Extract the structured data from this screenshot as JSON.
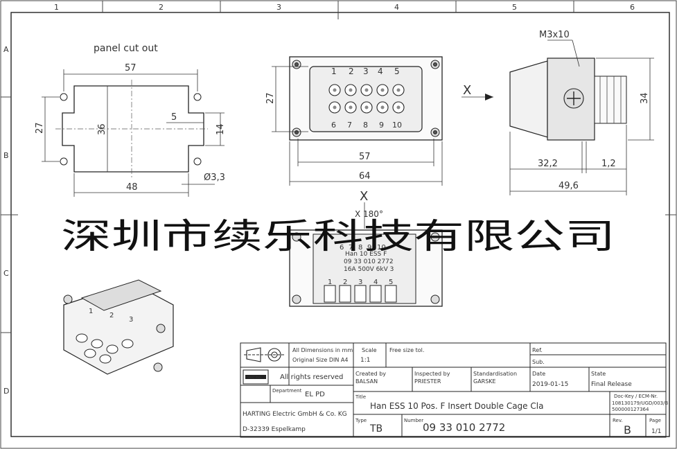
{
  "frame": {
    "col_labels": [
      "1",
      "2",
      "3",
      "4",
      "5",
      "6"
    ],
    "row_labels": [
      "A",
      "B",
      "C",
      "D"
    ]
  },
  "views": {
    "panel_title": "panel cut out",
    "panel_dims": {
      "width_outer": "57",
      "height_outer": "36",
      "height_holes": "27",
      "width_bottom": "48",
      "notch": "5",
      "notch_height": "14",
      "hole_dia": "Ø3,3"
    },
    "front_dims": {
      "height": "27",
      "width_inner": "57",
      "width_outer": "64"
    },
    "pin_numbers_top": [
      "1",
      "2",
      "3",
      "4",
      "5"
    ],
    "pin_numbers_bottom": [
      "6",
      "7",
      "8",
      "9",
      "10"
    ],
    "section_mark": "X",
    "side_label_screw": "M3x10",
    "side_dims": {
      "height": "34",
      "d1": "32,2",
      "d2": "1,2",
      "total": "49,6"
    },
    "rotate_label": "X 180°",
    "rear_text": [
      "Han 10 ESS F",
      "09 33 010 2772",
      "16A 500V 6kV 3"
    ],
    "rear_pins_top": [
      "6",
      "7",
      "8",
      "9",
      "10"
    ],
    "rear_pins_bottom": [
      "1",
      "2",
      "3",
      "4",
      "5"
    ],
    "iso_pins": [
      "1",
      "2",
      "3"
    ]
  },
  "watermark": "深圳市续乐科技有限公司",
  "title_block": {
    "all_dims": "All Dimensions in mm",
    "orig_size": "Original Size DIN A4",
    "scale_label": "Scale",
    "scale_value": "1:1",
    "tol_label": "Free size tol.",
    "ref_label": "Ref.",
    "sub_label": "Sub.",
    "rights": "All rights reserved",
    "created_label": "Created by",
    "created_value": "BALSAN",
    "inspected_label": "Inspected by",
    "inspected_value": "PRIESTER",
    "std_label": "Standardisation",
    "std_value": "GARSKE",
    "date_label": "Date",
    "date_value": "2019-01-15",
    "state_label": "State",
    "state_value": "Final Release",
    "dept_label": "Department",
    "dept_value": "EL PD",
    "title_label": "Title",
    "title_value": "Han ESS 10 Pos. F Insert Double Cage Cla",
    "dockey_label": "Doc-Key / ECM-Nr.",
    "dockey_line1": "108130179/UGD/003/B",
    "dockey_line2": "500000127364",
    "company1": "HARTING Electric GmbH & Co. KG",
    "company2": "D-32339 Espelkamp",
    "logo_text": "HARTING",
    "type_label": "Type",
    "type_value": "TB",
    "number_label": "Number",
    "number_value": "09 33 010 2772",
    "rev_label": "Rev.",
    "rev_value": "B",
    "page_label": "Page",
    "page_value": "1/1"
  },
  "colors": {
    "line": "#2a2a2a",
    "thin": "#444444",
    "fill_light": "#f4f4f4",
    "fill_mid": "#d9d9d9"
  }
}
